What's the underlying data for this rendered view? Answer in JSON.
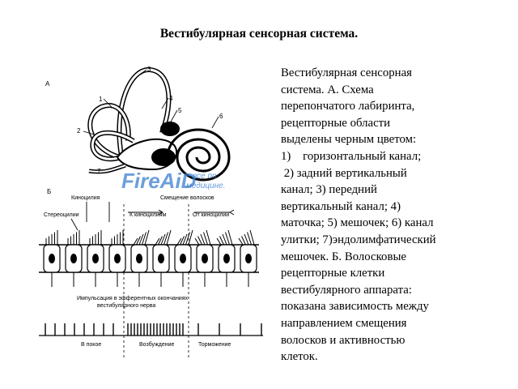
{
  "slide": {
    "title": "Вестибулярная сенсорная система."
  },
  "caption": {
    "lines": [
      "Вестибулярная сенсорная",
      "система. А. Схема",
      "перепончатого лабиринта,",
      "рецепторные области",
      "выделены черным цветом:",
      "1)    горизонтальный канал;",
      " 2) задний вертикальный",
      "канал; 3) передний",
      "вертикальный канал; 4)",
      "маточка; 5) мешочек; 6) канал",
      "улитки; 7)эндолимфатический",
      "мешочек. Б. Волосковые",
      "рецепторные клетки",
      "вестибулярного аппарата:",
      "показана зависимость между",
      "направлением смещения",
      "волосков и активностью",
      "клеток."
    ]
  },
  "figure": {
    "panel_a_label": "А",
    "panel_b_label": "Б",
    "numbers": [
      "1",
      "2",
      "3",
      "4",
      "5",
      "6",
      "7"
    ],
    "watermark": {
      "brand": "FireAiD",
      "tagline_1": "- все по",
      "tagline_2": "медицине."
    },
    "labels": {
      "kinocilia": "Киноцилия",
      "stereocilia": "Стереоцилии",
      "hair_displacement": "Смещение волосков",
      "to_kinocilia": "К киноцилиям",
      "from_kinocilia": "От киноцилии",
      "impulse_line_1": "Импульсация в эфферентных окончаниях",
      "impulse_line_2": "вестибулярного нерва",
      "at_rest": "В покое",
      "excitation": "Возбуждение",
      "inhibition": "Торможение"
    }
  }
}
